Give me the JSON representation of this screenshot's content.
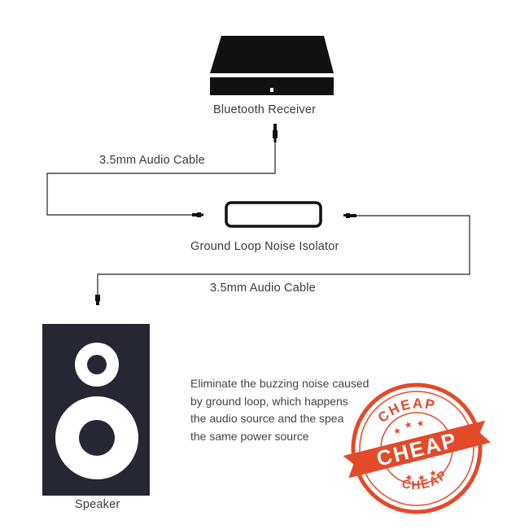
{
  "receiver": {
    "label": "Bluetooth Receiver"
  },
  "cable_top": {
    "label": "3.5mm Audio Cable"
  },
  "isolator": {
    "label": "Ground Loop Noise Isolator"
  },
  "cable_bottom": {
    "label": "3.5mm Audio Cable"
  },
  "speaker": {
    "label": "Speaker"
  },
  "description": {
    "lines": [
      "Eliminate the buzzing noise caused",
      "by ground loop, which happens",
      "the audio source and the spea",
      "the same power source"
    ]
  },
  "stamp": {
    "ring_text": "CHEAP",
    "banner_text": "CHEAP",
    "color": "#e24a2a"
  },
  "colors": {
    "device": "#111111",
    "speaker_body": "#272633",
    "line": "#222222"
  }
}
